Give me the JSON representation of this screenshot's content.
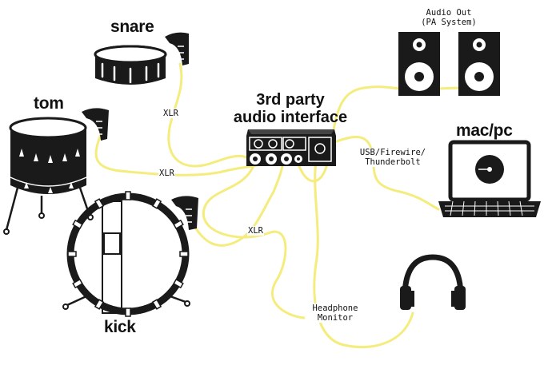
{
  "labels": {
    "snare": "snare",
    "tom": "tom",
    "kick": "kick",
    "interface_line1": "3rd party",
    "interface_line2": "audio interface",
    "macpc": "mac/pc",
    "audio_out_line1": "Audio Out",
    "audio_out_line2": "(PA System)",
    "xlr_snare": "XLR",
    "xlr_tom": "XLR",
    "xlr_kick": "XLR",
    "usb_line1": "USB/Firewire/",
    "usb_line2": "Thunderbolt",
    "headphone_line1": "Headphone",
    "headphone_line2": "Monitor"
  },
  "colors": {
    "cable": "#f5ec7e",
    "ink": "#1a1a1a",
    "background": "#ffffff"
  },
  "icons": [
    "snare-drum-icon",
    "tom-drum-icon",
    "kick-drum-icon",
    "microphone-icon",
    "audio-interface-icon",
    "speaker-icon",
    "laptop-icon",
    "headphones-icon"
  ]
}
